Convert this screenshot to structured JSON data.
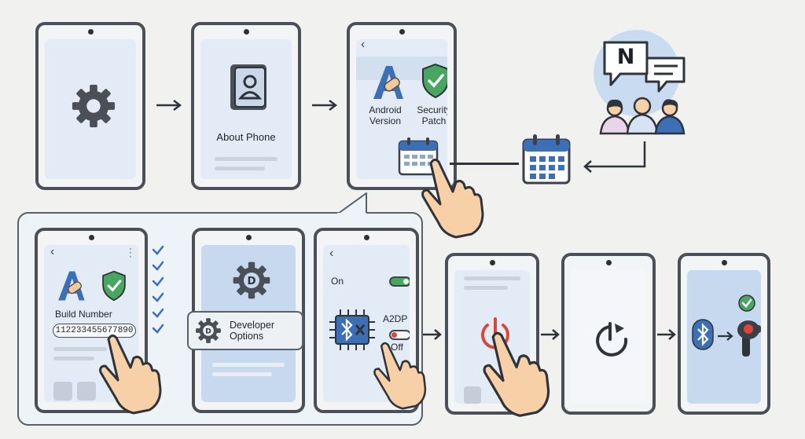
{
  "step1": {
    "icon": "gear-icon"
  },
  "step2": {
    "label": "About Phone",
    "icon": "contact-book-icon"
  },
  "step3": {
    "android_label": "Android\nVersion",
    "security_label": "Security\nPatch",
    "icons": [
      "android-version-icon",
      "shield-check-icon",
      "calendar-icon",
      "back-chevron-icon"
    ]
  },
  "support": {
    "chat_logo": "N",
    "icons": [
      "chat-bubble-icon",
      "people-group-icon",
      "calendar-icon"
    ]
  },
  "step4": {
    "build_label": "Build Number",
    "build_value": "11223345567​7890"
  },
  "callout": {
    "label": "Developer\nOptions"
  },
  "step6": {
    "on_label": "On",
    "a2dp_label": "A2DP",
    "off_label": "Off"
  },
  "colors": {
    "accent_blue": "#3c6fb6",
    "green": "#48a660",
    "red": "#d9473b",
    "outline": "#4b4f57",
    "skin": "#f7d0a8"
  }
}
